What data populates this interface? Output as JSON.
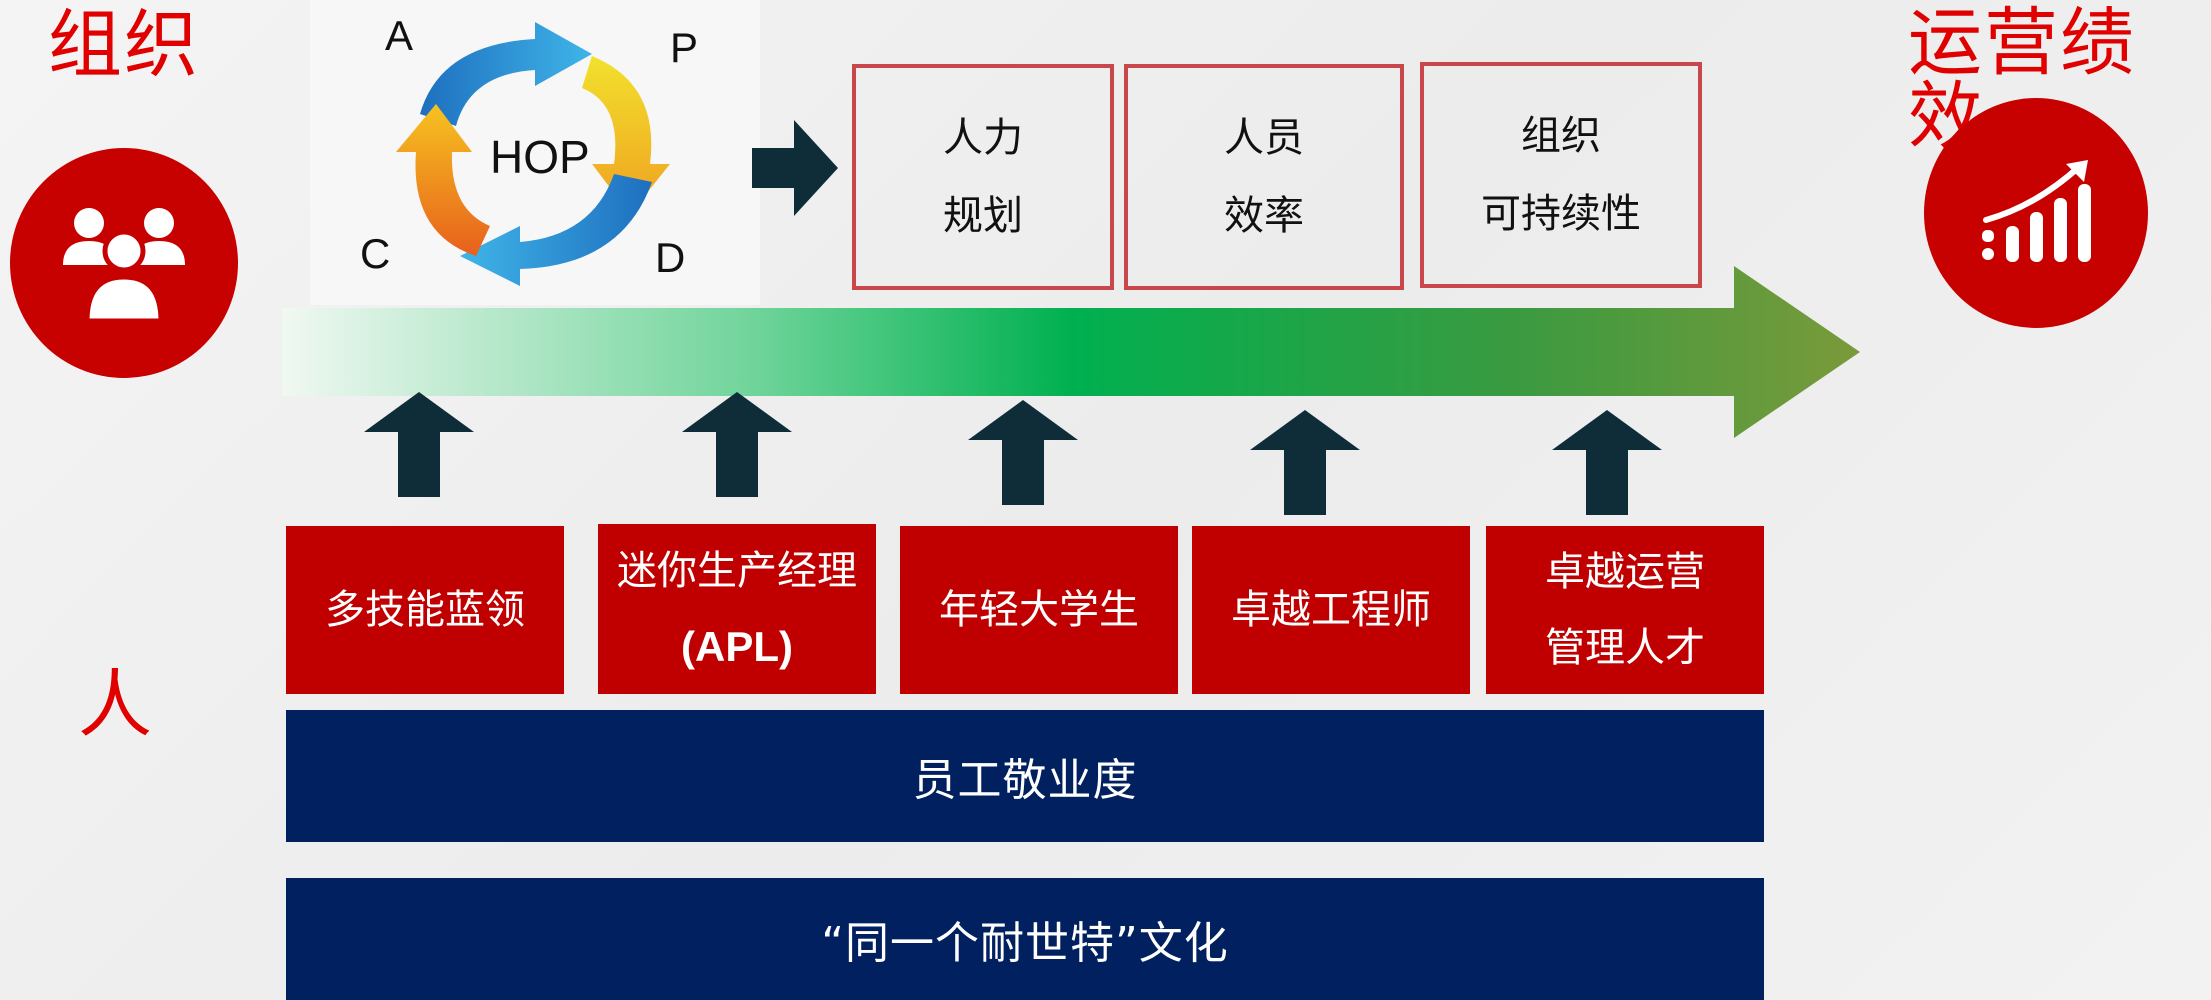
{
  "left_panel": {
    "title": "组织",
    "icon": "people-icon",
    "people_label": "人"
  },
  "right_panel": {
    "title": "运营绩效",
    "icon": "growth-chart-icon"
  },
  "hop_cycle": {
    "center_label": "HOP",
    "stage_labels": {
      "top_left": "A",
      "top_right": "P",
      "bottom_right": "D",
      "bottom_left": "C"
    }
  },
  "outputs": [
    {
      "line1": "人力",
      "line2": "规划"
    },
    {
      "line1": "人员",
      "line2": "效率"
    },
    {
      "line1": "组织",
      "line2": "可持续性"
    }
  ],
  "talent_boxes": [
    {
      "line1": "多技能蓝领",
      "line2": ""
    },
    {
      "line1": "迷你生产经理",
      "line2": "(APL)"
    },
    {
      "line1": "年轻大学生",
      "line2": ""
    },
    {
      "line1": "卓越工程师",
      "line2": ""
    },
    {
      "line1": "卓越运营",
      "line2": "管理人才"
    }
  ],
  "foundation": {
    "engagement": "员工敬业度",
    "culture": "“同一个耐世特”文化"
  },
  "colors": {
    "brand_red": "#c00000",
    "title_red": "#e00000",
    "navy": "#002060",
    "box_border": "#c9474b",
    "arrow_dark": "#0f2d38",
    "progress_start": "#f0f8f2",
    "progress_mid": "#00b050",
    "progress_end": "#7a9a3a"
  }
}
